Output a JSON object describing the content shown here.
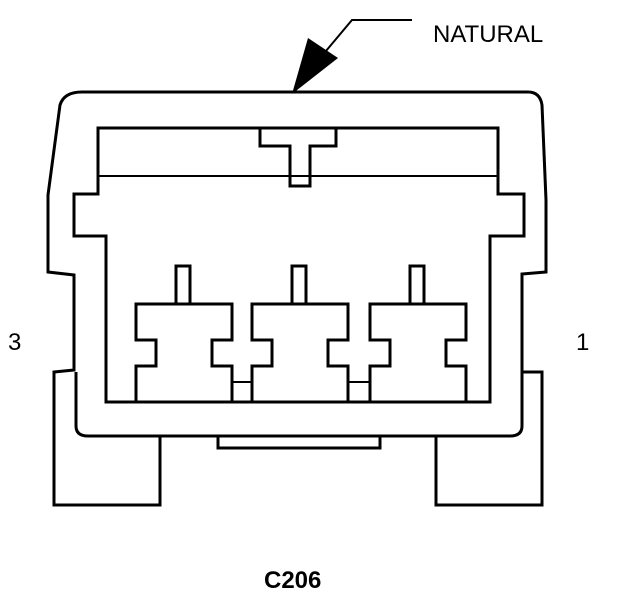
{
  "connector": {
    "id": "C206",
    "color": "NATURAL",
    "pins": {
      "left": "3",
      "right": "1"
    }
  }
}
